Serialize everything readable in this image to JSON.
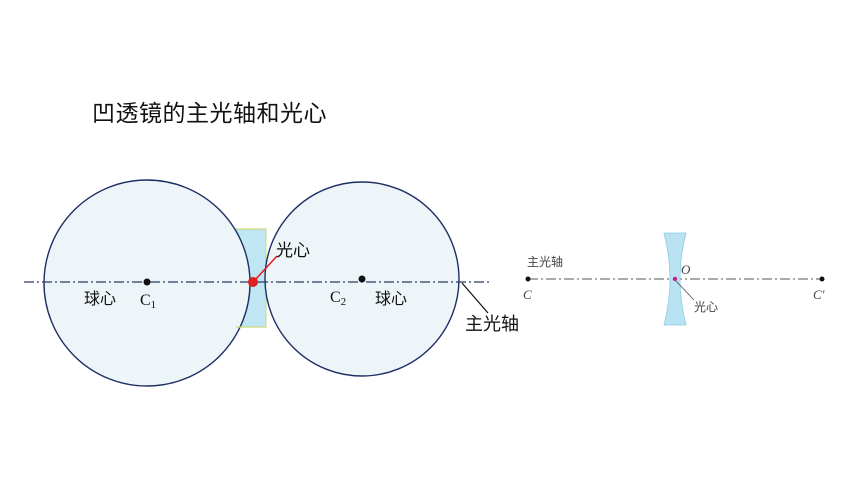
{
  "title": "凹透镜的主光轴和光心",
  "left_diagram": {
    "sphere_center_label_1": "球心",
    "c1_label": "C",
    "c1_sub": "1",
    "sphere_center_label_2": "球心",
    "c2_label": "C",
    "c2_sub": "2",
    "optical_center_label": "光心",
    "principal_axis_label": "主光轴"
  },
  "right_diagram": {
    "principal_axis_label": "主光轴",
    "c_label": "C",
    "c_prime_label": "C′",
    "o_label": "O",
    "optical_center_label": "光心"
  },
  "colors": {
    "sphere_fill": "#eef5f8",
    "lens_fill": "#bfe6f2",
    "axis": "#2a3a66",
    "optical_center_dot": "#e02020",
    "right_lens_fill": "#b9e3f3",
    "right_o_dot": "#c0208a"
  }
}
